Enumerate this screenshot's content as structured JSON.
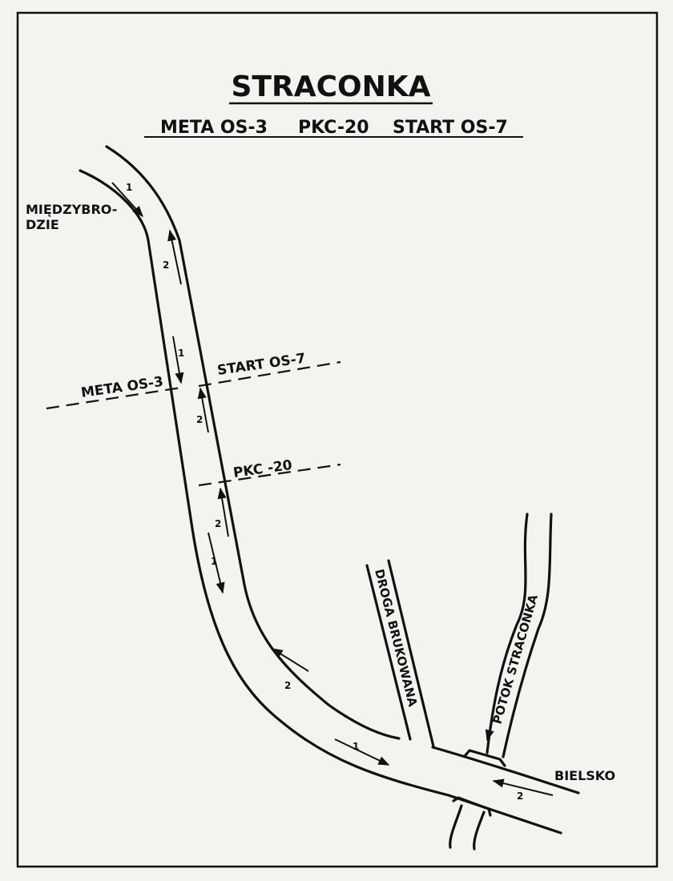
{
  "title": "STRACONKA",
  "subtitle": {
    "meta": "META OS-3",
    "pkc": "PKC-20",
    "start": "START OS-7"
  },
  "places": {
    "miedzybrodzie_line1": "MIĘDZYBRO-",
    "miedzybrodzie_line2": "DZIE",
    "bielsko": "BIELSKO"
  },
  "checkpoints": {
    "meta": "META OS-3",
    "start": "START OS-7",
    "pkc": "PKC -20"
  },
  "roads": {
    "side_road": "DROGA BRUKOWANA",
    "stream": "POTOK STRACONKA"
  },
  "direction_numbers": [
    "1",
    "2",
    "1",
    "2",
    "2",
    "1",
    "2",
    "1",
    "2"
  ]
}
